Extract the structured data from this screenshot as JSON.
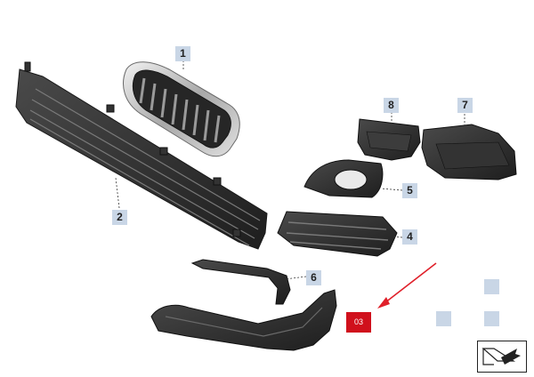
{
  "callouts": {
    "c1": "1",
    "c2": "2",
    "c4": "4",
    "c5": "5",
    "c6": "6",
    "c7": "7",
    "c8": "8",
    "highlight": "03"
  },
  "colors": {
    "callout_bg": "#c9d6e6",
    "highlight_bg": "#d0101c",
    "pointer_arrow": "#e0202a",
    "part_dark": "#2b2b2b",
    "part_mid": "#555555",
    "chrome": "#bfbfbf"
  },
  "icons": {
    "nav": "navigate-arrow-icon"
  }
}
